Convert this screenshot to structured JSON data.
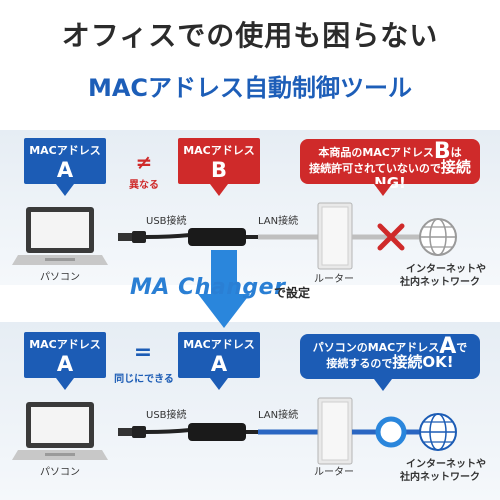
{
  "headline": "オフィスでの使用も困らない",
  "subheadline": "MACアドレス自動制御ツール",
  "top": {
    "pc_callout": {
      "label": "MACアドレス",
      "letter": "A"
    },
    "not_equal_symbol": "≠",
    "not_equal_text": "異なる",
    "adapter_callout": {
      "label": "MACアドレス",
      "letter": "B"
    },
    "warning": {
      "line1_a": "本商品のMACアドレス",
      "letter": "B",
      "line1_b": "は",
      "line2_a": "接続許可されていないので",
      "line2_em": "接続NG!"
    },
    "usb_label": "USB接続",
    "lan_label": "LAN接続",
    "pc_label": "パソコン",
    "router_label": "ルーター",
    "internet_label_1": "インターネットや",
    "internet_label_2": "社内ネットワーク"
  },
  "middle": {
    "logo_text": "MA Changer",
    "suffix": "で設定"
  },
  "bottom": {
    "pc_callout": {
      "label": "MACアドレス",
      "letter": "A"
    },
    "equal_symbol": "=",
    "equal_text": "同じにできる",
    "adapter_callout": {
      "label": "MACアドレス",
      "letter": "A"
    },
    "ok": {
      "line1_a": "パソコンのMACアドレス",
      "letter": "A",
      "line1_b": "で",
      "line2_a": "接続するので",
      "line2_em": "接続OK!"
    },
    "usb_label": "USB接続",
    "lan_label": "LAN接続",
    "pc_label": "パソコン",
    "router_label": "ルーター",
    "internet_label_1": "インターネットや",
    "internet_label_2": "社内ネットワーク"
  },
  "colors": {
    "blue": "#1c5cb5",
    "red": "#cf2a2a",
    "accent": "#2a7fd4",
    "line_blue": "#2a66c2",
    "line_gray": "#bfbfbf"
  }
}
